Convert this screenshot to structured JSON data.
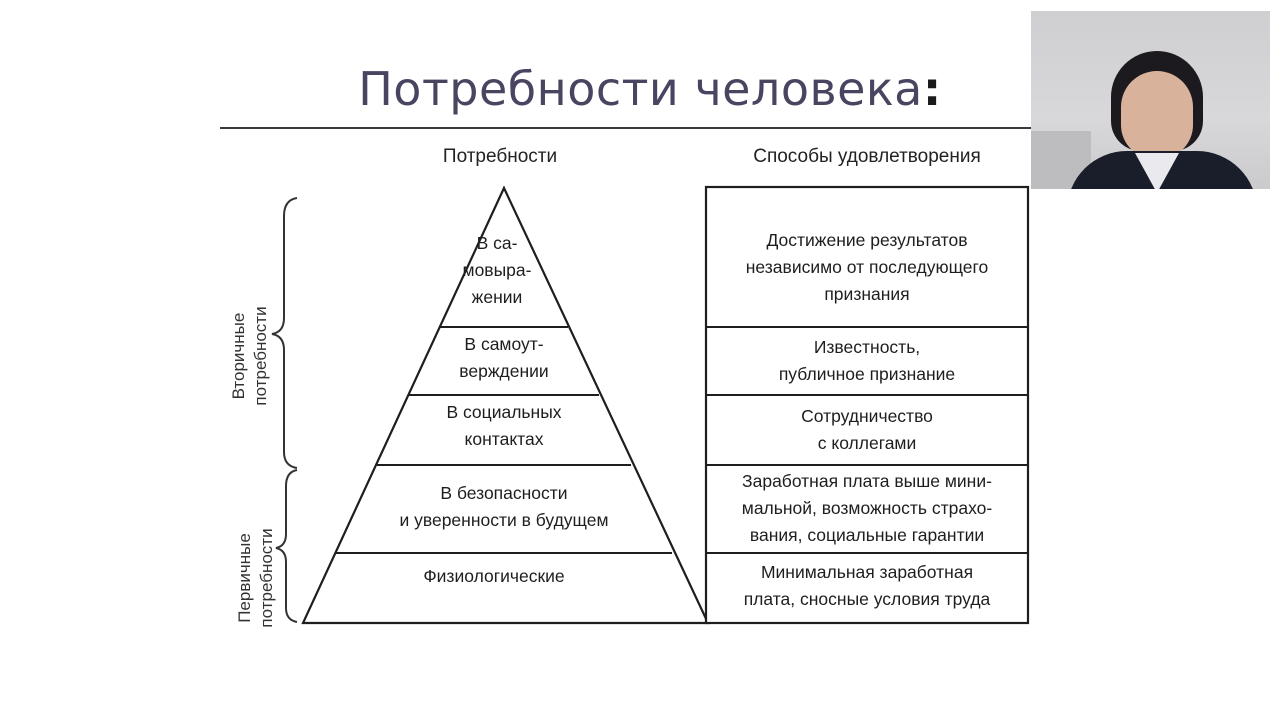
{
  "slide": {
    "title": "Потребности человека",
    "title_colon": ":"
  },
  "headers": {
    "needs": "Потребности",
    "ways": "Способы удовлетворения"
  },
  "pyramid": {
    "levels": [
      {
        "lines": [
          "В са-",
          "мовыра-",
          "жении"
        ]
      },
      {
        "lines": [
          "В самоут-",
          "верждении"
        ]
      },
      {
        "lines": [
          "В социальных",
          "контактах"
        ]
      },
      {
        "lines": [
          "В безопасности",
          "и уверенности в будущем"
        ]
      },
      {
        "lines": [
          "Физиологические"
        ]
      }
    ]
  },
  "ways": [
    {
      "lines": [
        "Достижение результатов",
        "независимо от последующего",
        "признания"
      ]
    },
    {
      "lines": [
        "Известность,",
        "публичное признание"
      ]
    },
    {
      "lines": [
        "Сотрудничество",
        "с коллегами"
      ]
    },
    {
      "lines": [
        "Заработная плата выше мини-",
        "мальной, возможность страхо-",
        "вания, социальные гарантии"
      ]
    },
    {
      "lines": [
        "Минимальная заработная",
        "плата, сносные условия труда"
      ]
    }
  ],
  "groups": {
    "secondary": [
      "Вторичные",
      "потребности"
    ],
    "primary": [
      "Первичные",
      "потребности"
    ]
  },
  "colors": {
    "title": "#4a4461",
    "lines": "#1e1e1e"
  }
}
